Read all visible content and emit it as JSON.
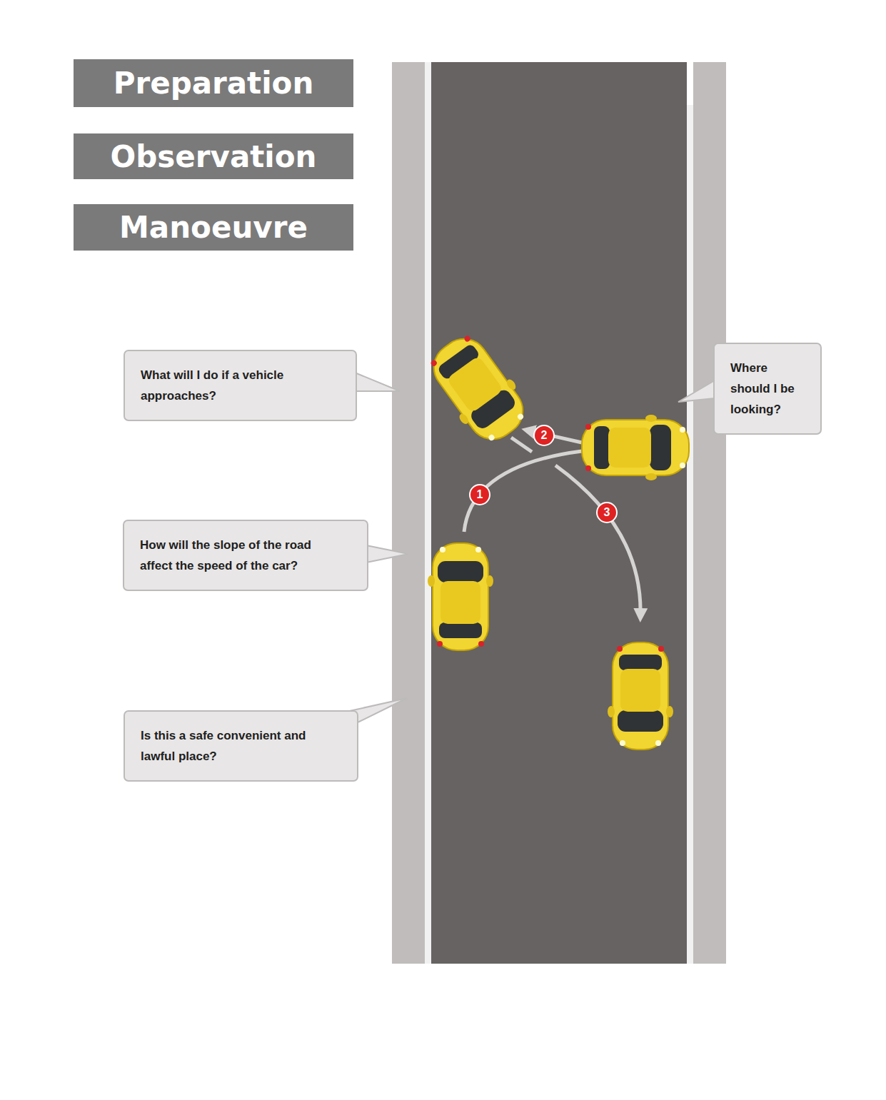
{
  "diagram": {
    "nodes": [
      {
        "text": [
          "Preparation"
        ]
      },
      {
        "text": [
          "Observation"
        ]
      },
      {
        "text": [
          "Manoeuvre"
        ]
      },
      {
        "text": [
          "What will I do if a vehicle approaches?"
        ]
      },
      {
        "text": [
          "Where should I be looking?"
        ]
      },
      {
        "text": [
          "How will the slope of the road affect the speed of the car?"
        ]
      },
      {
        "text": [
          "Is this a safe convenient and lawful place?"
        ]
      },
      {
        "text": [
          "2"
        ]
      },
      {
        "text": [
          "1"
        ]
      },
      {
        "text": [
          "3"
        ]
      }
    ]
  }
}
